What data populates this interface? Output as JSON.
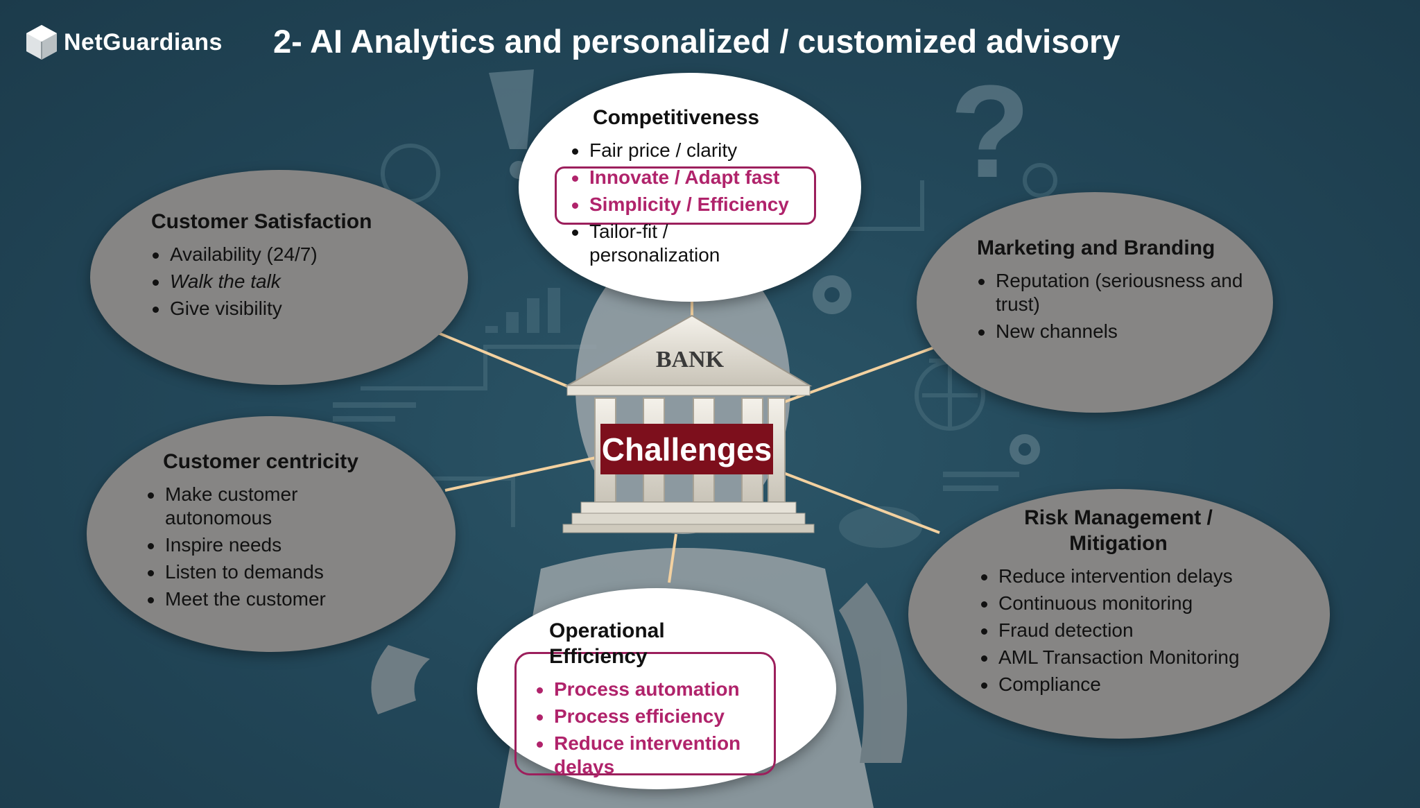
{
  "brand": {
    "name": "NetGuardians"
  },
  "title": "2- AI Analytics and personalized / customized advisory",
  "bank_label": "BANK",
  "center_label": "Challenges",
  "bubbles": {
    "competitiveness": {
      "title": "Competitiveness",
      "items": [
        "Fair price / clarity",
        "Innovate / Adapt fast",
        "Simplicity / Efficiency",
        "Tailor-fit / personalization"
      ]
    },
    "customer_satisfaction": {
      "title": "Customer Satisfaction",
      "items": [
        "Availability (24/7)",
        "Walk the talk",
        "Give visibility"
      ]
    },
    "marketing": {
      "title": "Marketing and Branding",
      "items": [
        "Reputation (seriousness and trust)",
        "New channels"
      ]
    },
    "customer_centricity": {
      "title": "Customer centricity",
      "items": [
        "Make customer autonomous",
        "Inspire needs",
        "Listen to demands",
        "Meet the customer"
      ]
    },
    "risk": {
      "title": "Risk Management / Mitigation",
      "items": [
        "Reduce intervention delays",
        "Continuous monitoring",
        "Fraud detection",
        "AML Transaction Monitoring",
        "Compliance"
      ]
    },
    "operational": {
      "title": "Operational Efficiency",
      "items": [
        "Process automation",
        "Process efficiency",
        "Reduce intervention delays"
      ]
    }
  },
  "colors": {
    "background": "#23485a",
    "bubble_grey": "#868584",
    "accent_magenta": "#b0236b",
    "challenges_red": "#7d0f1c",
    "connector": "#f3d1a0"
  }
}
